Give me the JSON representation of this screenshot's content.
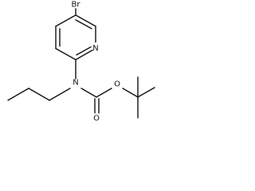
{
  "molecule": {
    "atom_labels": {
      "bromine": "Br",
      "pyridine_nitrogen": "N",
      "amine_nitrogen": "N",
      "carbonyl_oxygen": "O",
      "ester_oxygen": "O"
    }
  }
}
